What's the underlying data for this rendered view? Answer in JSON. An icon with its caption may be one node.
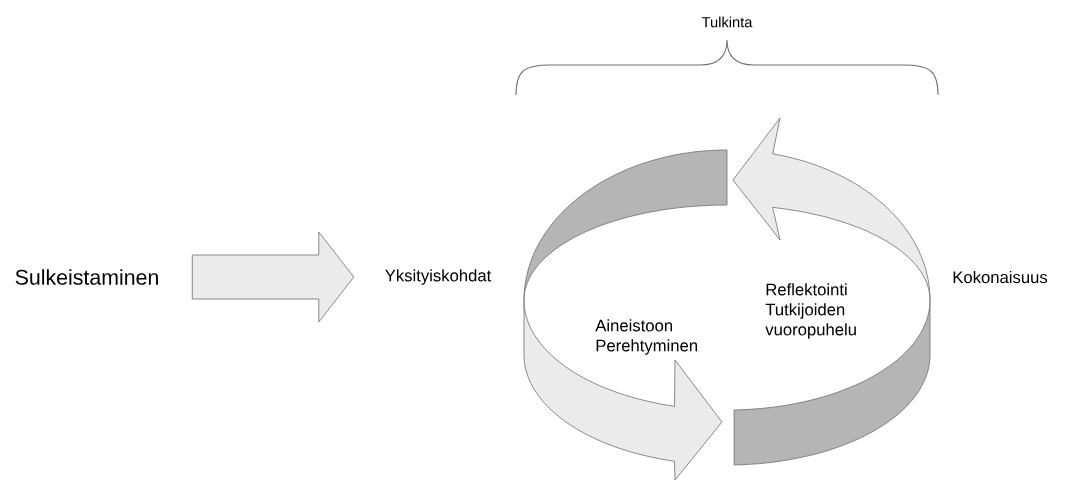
{
  "diagram": {
    "nodes": [
      {
        "text": [
          "Sulkeistaminen"
        ]
      },
      {
        "text": [
          "Yksityiskohdat"
        ]
      },
      {
        "text": [
          "Kokonaisuus"
        ]
      }
    ],
    "edges": [
      {
        "from": 0,
        "to": 1,
        "arrow": "to",
        "style": "thick"
      }
    ],
    "labels": [
      "Tulkinta",
      "Aineistoon Perehtyminen",
      "Reflektointi Tutkijoiden vuoropuhelu"
    ]
  }
}
